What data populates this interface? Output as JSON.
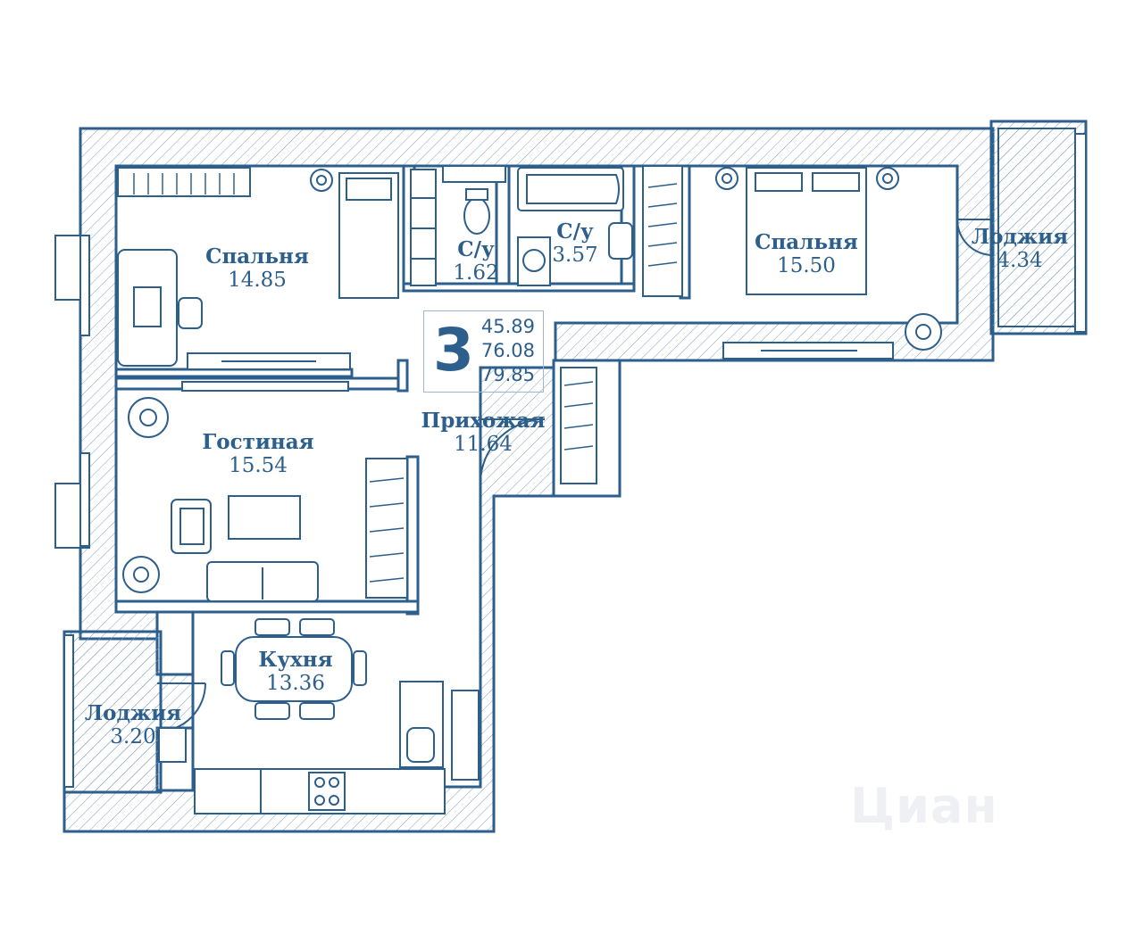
{
  "colors": {
    "wall": "#2d5f8c",
    "hatch": "#7fa0bf",
    "background": "#ffffff"
  },
  "summary": {
    "rooms": "3",
    "living_area": "45.89",
    "total_area": "76.08",
    "total_with_loggias": "79.85"
  },
  "rooms": [
    {
      "id": "bedroom-1",
      "name": "Спальня",
      "area": "14.85"
    },
    {
      "id": "bathroom-1",
      "name": "С/у",
      "area": "1.62"
    },
    {
      "id": "bathroom-2",
      "name": "С/у",
      "area": "3.57"
    },
    {
      "id": "bedroom-2",
      "name": "Спальня",
      "area": "15.50"
    },
    {
      "id": "loggia-1",
      "name": "Лоджия",
      "area": "4.34"
    },
    {
      "id": "living-room",
      "name": "Гостиная",
      "area": "15.54"
    },
    {
      "id": "hallway",
      "name": "Прихожая",
      "area": "11.64"
    },
    {
      "id": "kitchen",
      "name": "Кухня",
      "area": "13.36"
    },
    {
      "id": "loggia-2",
      "name": "Лоджия",
      "area": "3.20"
    }
  ],
  "watermark": "Циан"
}
